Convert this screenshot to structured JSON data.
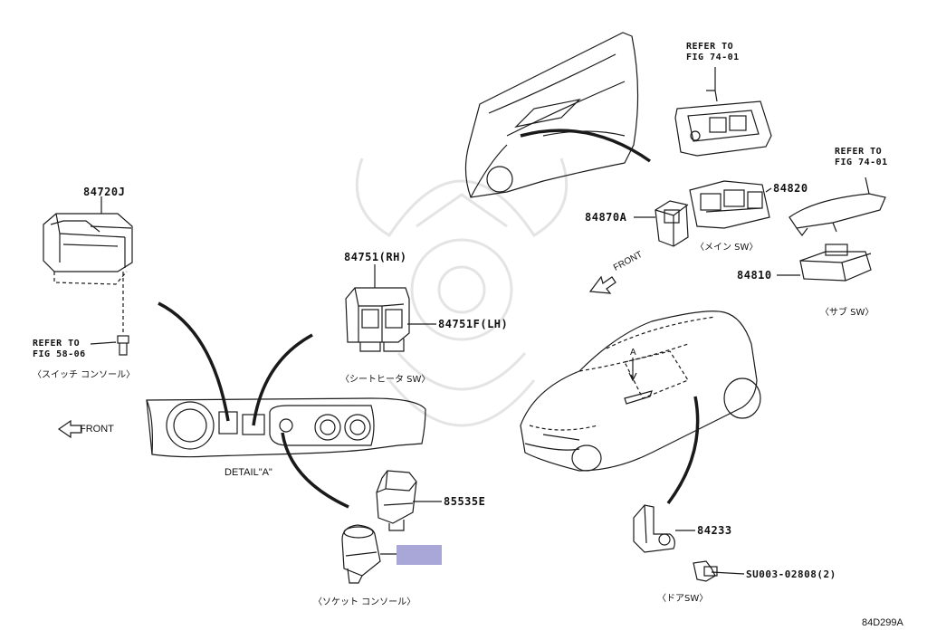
{
  "labels": {
    "p84720j": "84720J",
    "p84751rh": "84751(RH)",
    "p84751flh": "84751F(LH)",
    "p84870a": "84870A",
    "p84820": "84820",
    "p84810": "84810",
    "p85535e": "85535E",
    "p84233": "84233",
    "su003": "SU003-02808(2)"
  },
  "refs": {
    "fig58_l1": "REFER TO",
    "fig58_l2": "FIG 58-06",
    "fig74a_l1": "REFER TO",
    "fig74a_l2": "FIG 74-01",
    "fig74b_l1": "REFER TO",
    "fig74b_l2": "FIG 74-01"
  },
  "japanese": {
    "switch_console": "〈スイッチ コンソール〉",
    "seat_heater_sw": "〈シートヒータ SW〉",
    "main_sw": "〈メイン SW〉",
    "sub_sw": "〈サブ SW〉",
    "socket_console": "〈ソケット コンソール〉",
    "door_sw": "〈ドアSW〉"
  },
  "misc": {
    "front_left": "FRONT",
    "front_mid": "FRONT",
    "detail_a": "DETAIL\"A\"",
    "marker_a": "A",
    "diagram_id": "84D299A"
  },
  "colors": {
    "line": "#1a1a1a",
    "redaction": "#a9a6d8",
    "watermark": "#e4e4e4"
  }
}
